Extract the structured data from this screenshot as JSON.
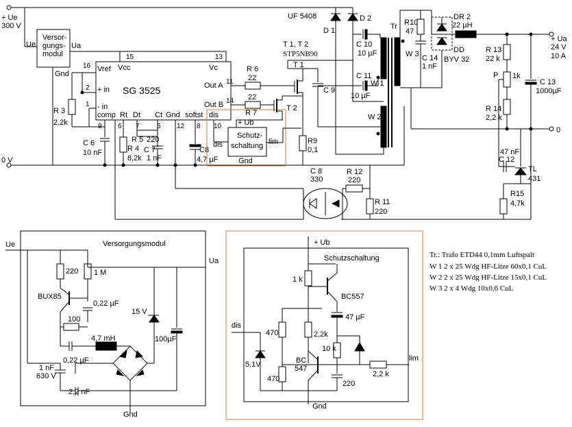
{
  "input": {
    "label": "+ Ue",
    "voltage": "300 V",
    "ground": "0 V"
  },
  "output": {
    "label": "+ Ua",
    "voltage": "24 V",
    "current": "10 A",
    "ground": "0"
  },
  "main": {
    "supply_module": {
      "line1": "Versor-",
      "line2": "gungs-",
      "line3": "modul",
      "pin_in": "Ue",
      "pin_out": "Ua",
      "pin_gnd": "Gnd"
    },
    "ic": {
      "name": "SG 3525",
      "vref": "Vref",
      "vcc": "Vcc",
      "vc": "Vc",
      "in_plus": "+ in",
      "in_minus": "- in",
      "comp": "comp",
      "rt": "Rt",
      "dt": "Dt",
      "ct": "Ct",
      "gnd": "Gnd",
      "softst": "softst",
      "out_a": "Out A",
      "out_b": "Out B",
      "pins": {
        "p15": "15",
        "p13": "13",
        "p16": "16",
        "p2": "2",
        "p1": "1",
        "p9": "9",
        "p6": "6",
        "p7": "7",
        "p5": "5",
        "p12": "12",
        "p8": "8",
        "p11": "11",
        "p14": "14",
        "p10": "10"
      }
    },
    "protection": {
      "line1": "Schutz-",
      "line2": "schaltung",
      "ub": "+ Ub",
      "dis_in": "dis",
      "dis": "dis",
      "lim": "lim",
      "gnd": "Gnd"
    },
    "r3": {
      "name": "R 3",
      "value": "2,2k"
    },
    "c6": {
      "name": "C 6",
      "value": "10 nF"
    },
    "r4": {
      "name": "R 4",
      "value": "8,2k"
    },
    "r5": {
      "name": "R 5",
      "value": "220"
    },
    "c7": {
      "name": "C 7",
      "value": "1 nF"
    },
    "c8a": {
      "name": "C8",
      "value": "4,7 µF"
    },
    "r6": {
      "name": "R 6",
      "value": "22"
    },
    "r7": {
      "name": "R 7",
      "value": "22"
    },
    "r9": {
      "name": "R9",
      "value": "0,1"
    },
    "transistors": {
      "name": "T 1, T 2",
      "type": "STP5NB90",
      "t1": "T 1",
      "t2": "T 2"
    },
    "diodes_top": {
      "type": "UF 5408",
      "d1": "D 1",
      "d2": "D 2"
    },
    "c10": {
      "name": "C 10",
      "value": "10 µF"
    },
    "c11": {
      "name": "C 11",
      "value": "10 µF"
    },
    "c9": {
      "name": "C 9"
    },
    "transformer": {
      "name": "Tr",
      "w1": "W 1",
      "w2": "W 2",
      "w3": "W 3"
    },
    "r10": {
      "name": "R10",
      "value": "47"
    },
    "c14": {
      "name": "C 14",
      "value": "1 nF"
    },
    "dr2": {
      "name": "DR 2",
      "value": "22 µH"
    },
    "dd": {
      "name": "DD",
      "type": "BYV 32"
    },
    "r13": {
      "name": "R 13",
      "value": "22 k"
    },
    "p": {
      "name": "P",
      "value": "1k"
    },
    "r14": {
      "name": "R 14",
      "value": "2,2 k"
    },
    "c13": {
      "name": "C 13",
      "value": "1000µF"
    },
    "c12": {
      "name": "C 12",
      "value": "47 nF"
    },
    "tl": {
      "name": "TL",
      "type": "431"
    },
    "r15": {
      "name": "R15",
      "value": "4,7k"
    },
    "c8b": {
      "name": "C 8",
      "value": "330"
    },
    "r12": {
      "name": "R 12",
      "value": "220"
    },
    "r11": {
      "name": "R 11",
      "value": "220"
    }
  },
  "supply_detail": {
    "title": "Versorgungsmodul",
    "ue": "Ue",
    "ua": "Ua",
    "gnd": "Gnd",
    "r220": "220",
    "r1m": "1 M",
    "transistor": "BUX85",
    "c022a": "0,22 µF",
    "r100": "100",
    "c022b": "0,22 µF",
    "choke": "4,7 mH",
    "zener": "15 V",
    "c100": "100µF",
    "c1n_a": "1 nF",
    "c1n_b": "630 V",
    "c22n": "2,2 nF"
  },
  "protection_detail": {
    "title": "Schutzschaltung",
    "ub": "+ Ub",
    "dis": "dis",
    "lim": "lim",
    "gnd": "Gnd",
    "r1k": "1 k",
    "pnp": "BC557",
    "r470a": "470",
    "c47u": "47 µF",
    "r2k2": "2,2k",
    "zener": "5,1V",
    "r10k": "10 k",
    "npn_a": "BC",
    "npn_b": "547",
    "r470b": "470",
    "r2k2b": "2,2 k",
    "c220": "220"
  },
  "notes": {
    "l1": "Tr.: Trafo ETD44   0,1mm Luftspalt",
    "l2": "W 1   2 x 25 Wdg  HF-Litze 60x0,1 CuL",
    "l3": "W 2   2 x 25 Wdg  HF-Litze 15x0,1 CuL",
    "l4": "W 3   2 x 4 Wdg  10x0,6 CuL"
  }
}
